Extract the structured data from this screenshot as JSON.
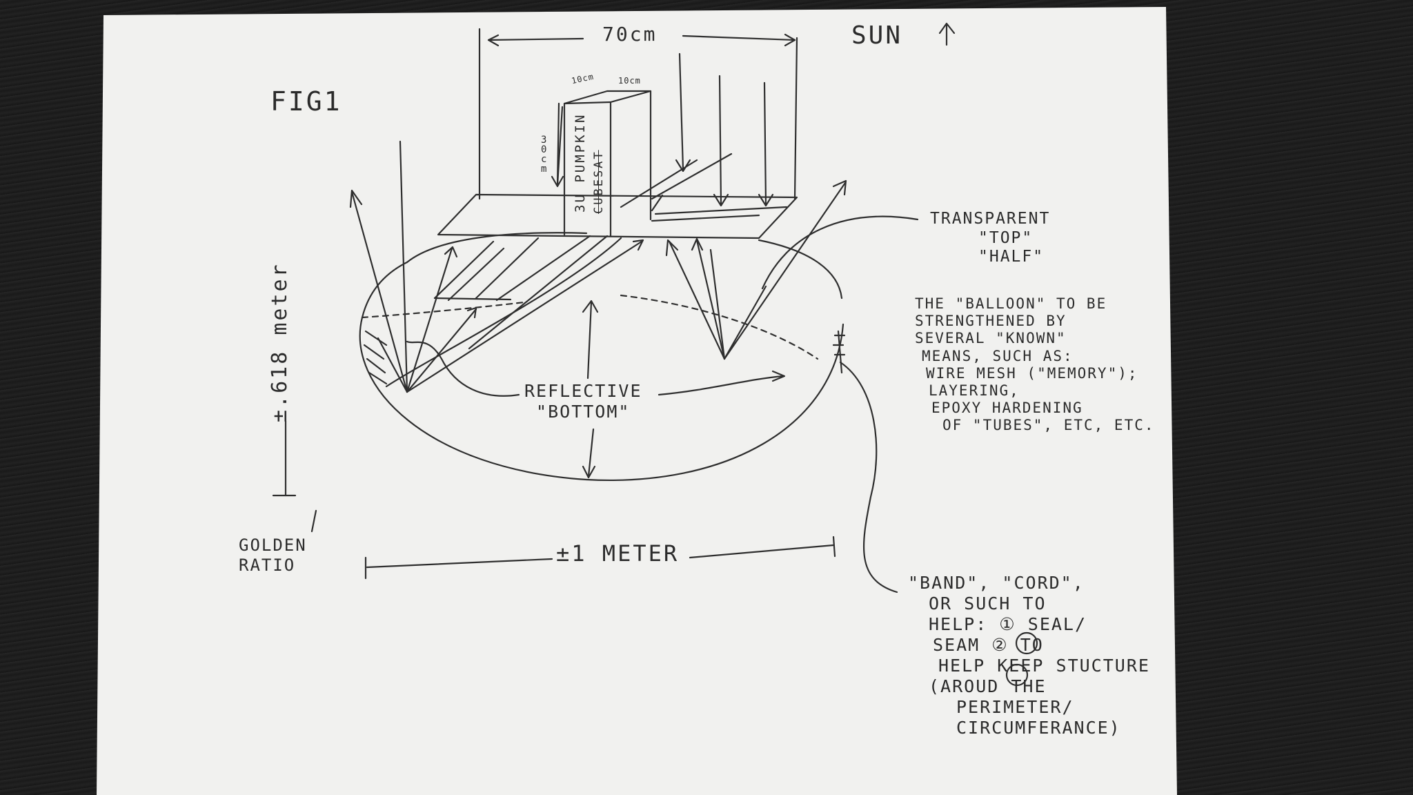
{
  "labels": {
    "fig": "FIG1",
    "sun": "SUN",
    "width_70": "70cm",
    "dim_10a": "10cm",
    "dim_10b": "10cm",
    "dim_30": "30cm",
    "pump": "3U PUMPKIN",
    "cubesat": "CUBESAT",
    "height": "±.618 meter",
    "golden": [
      "GOLDEN",
      "RATIO"
    ],
    "width_meter": "±1 METER",
    "reflective": [
      "REFLECTIVE",
      "\"BOTTOM\""
    ],
    "transparent": [
      "TRANSPARENT",
      "\"TOP\"",
      "\"HALF\""
    ],
    "balloon_note": [
      "THE \"BALLOON\" TO BE",
      "STRENGTHENED BY",
      "SEVERAL \"KNOWN\"",
      "MEANS, SUCH AS:",
      "WIRE MESH (\"MEMORY\");",
      "LAYERING,",
      "EPOXY HARDENING",
      "OF \"TUBES\", ETC, ETC."
    ],
    "band_note": [
      "\"BAND\", \"CORD\",",
      "OR SUCH TO",
      "HELP: ① SEAL/",
      "SEAM ② TO",
      "HELP KEEP STUCTURE",
      "(AROUD THE",
      "PERIMETER/",
      "CIRCUMFERANCE)"
    ]
  },
  "colors": {
    "ink": "#2b2b2b",
    "paper": "#f2f2f0",
    "background": "#1c1c1c"
  }
}
